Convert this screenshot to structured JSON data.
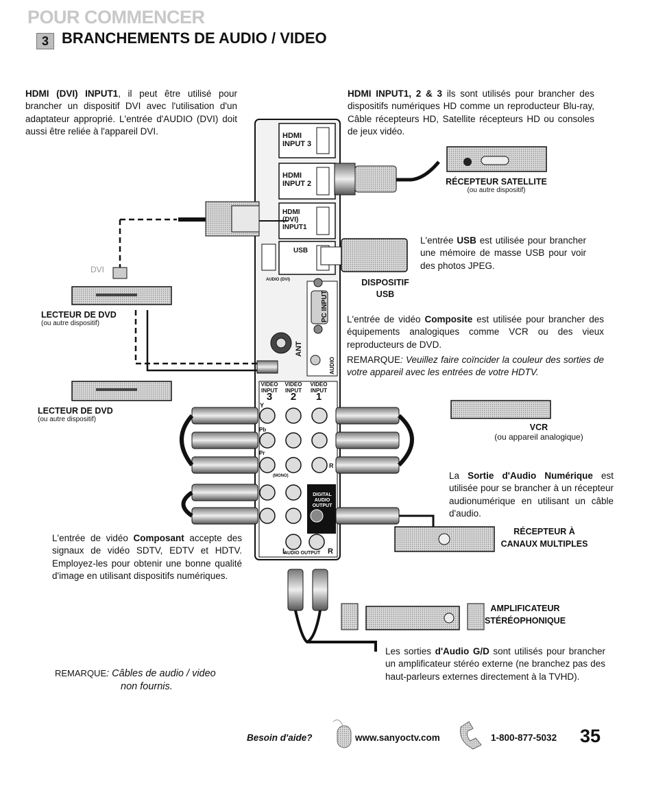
{
  "header": {
    "section": "POUR COMMENCER",
    "step_number": "3",
    "title": "BRANCHEMENTS DE AUDIO / VIDEO"
  },
  "paragraphs": {
    "hdmi_dvi_bold": "HDMI (DVI) INPUT1",
    "hdmi_dvi_text": ", il peut être utilisé pour brancher un dispositif DVI avec l'utilisation d'un adaptateur approprié. L'entrée d'AUDIO (DVI) doit aussi être reliée à l'appareil DVI.",
    "hdmi123_bold": "HDMI INPUT1, 2 & 3",
    "hdmi123_text": " ils sont utilisés pour brancher des dispositifs numériques HD comme un reproducteur Blu-ray, Câble récepteurs HD, Satellite récepteurs HD ou consoles de jeux vidéo.",
    "usb_pre": "L'entrée ",
    "usb_bold": "USB",
    "usb_text": " est utilisée pour brancher une mémoire de masse USB pour voir des photos JPEG.",
    "composite_pre": "L'entrée de vidéo ",
    "composite_bold": "Composite",
    "composite_text": " est utilisée pour brancher des équipements analogiques comme VCR ou des vieux reproducteurs de DVD.",
    "remark_lead": "REMARQUE",
    "remark_composite": ": Veuillez faire coïncider la couleur des sorties de votre appareil avec les entrées de votre HDTV.",
    "digital_pre": "La ",
    "digital_bold": "Sortie d'Audio Numérique",
    "digital_text": " est utilisée pour se brancher à un récepteur audionumérique en utilisant un câble d'audio.",
    "component_pre": "L'entrée de vidéo ",
    "component_bold": "Composant",
    "component_text": " accepte des signaux de vidéo SDTV, EDTV et HDTV. Employez-les pour obtenir une bonne qualité d'image en utilisant dispositifs numériques.",
    "audio_lr_pre": "Les sorties ",
    "audio_lr_bold": "d'Audio G/D",
    "audio_lr_text": " sont utilisés pour brancher un amplificateur stéréo externe (ne branchez pas des haut-parleurs externes directement à la TVHD).",
    "remark_cables_line1": ": Câbles de audio / video",
    "remark_cables_line2": "non fournis."
  },
  "labels": {
    "satellite": "RÉCEPTEUR SATELLITE",
    "satellite_sub": "(ou autre dispositif)",
    "usb_device_1": "DISPOSITIF",
    "usb_device_2": "USB",
    "dvd1": "LECTEUR DE DVD",
    "dvd1_sub": "(ou autre dispositif)",
    "dvd2": "LECTEUR DE DVD",
    "dvd2_sub": "(ou autre dispositif)",
    "dvi": "DVI",
    "vcr": "VCR",
    "vcr_sub": "(ou appareil analogique)",
    "multi_1": "RÉCEPTEUR À",
    "multi_2": "CANAUX MULTIPLES",
    "amp_1": "AMPLIFICATEUR",
    "amp_2": "STÉRÉOPHONIQUE"
  },
  "panel": {
    "hdmi": "HDMI",
    "input3": "INPUT 3",
    "input2": "INPUT 2",
    "dvi": "(DVI)",
    "input1": "INPUT1",
    "usb": "USB",
    "audio_dvi": "AUDIO (DVI)",
    "pc_input": "PC INPUT",
    "ant": "ANT",
    "audio": "AUDIO",
    "video_input": "VIDEO INPUT",
    "n3": "3",
    "n2": "2",
    "n1": "1",
    "y": "Y",
    "video": "VIDEO",
    "pb": "Pb",
    "pr": "Pr",
    "l": "L",
    "r": "R",
    "mono": "(MONO)",
    "digital_audio_output": "DIGITAL AUDIO OUTPUT",
    "audio_output": "AUDIO OUTPUT"
  },
  "footer": {
    "help": "Besoin d'aide?",
    "website": "www.sanyoctv.com",
    "phone": "1-800-877-5032",
    "page_number": "35"
  }
}
